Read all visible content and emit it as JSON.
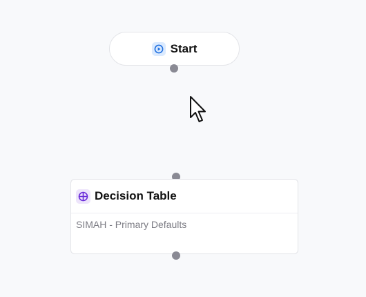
{
  "flow": {
    "start_node": {
      "label": "Start",
      "icon": "play-circle-icon",
      "icon_color": "#1e6fe0"
    },
    "decision_node": {
      "title": "Decision Table",
      "subtitle": "SIMAH - Primary Defaults",
      "icon": "grid-circle-icon",
      "icon_color": "#6a2bd9"
    }
  },
  "colors": {
    "canvas_bg": "#f8f9fb",
    "handle": "#8a8a94",
    "node_border": "#e3e4e8"
  }
}
